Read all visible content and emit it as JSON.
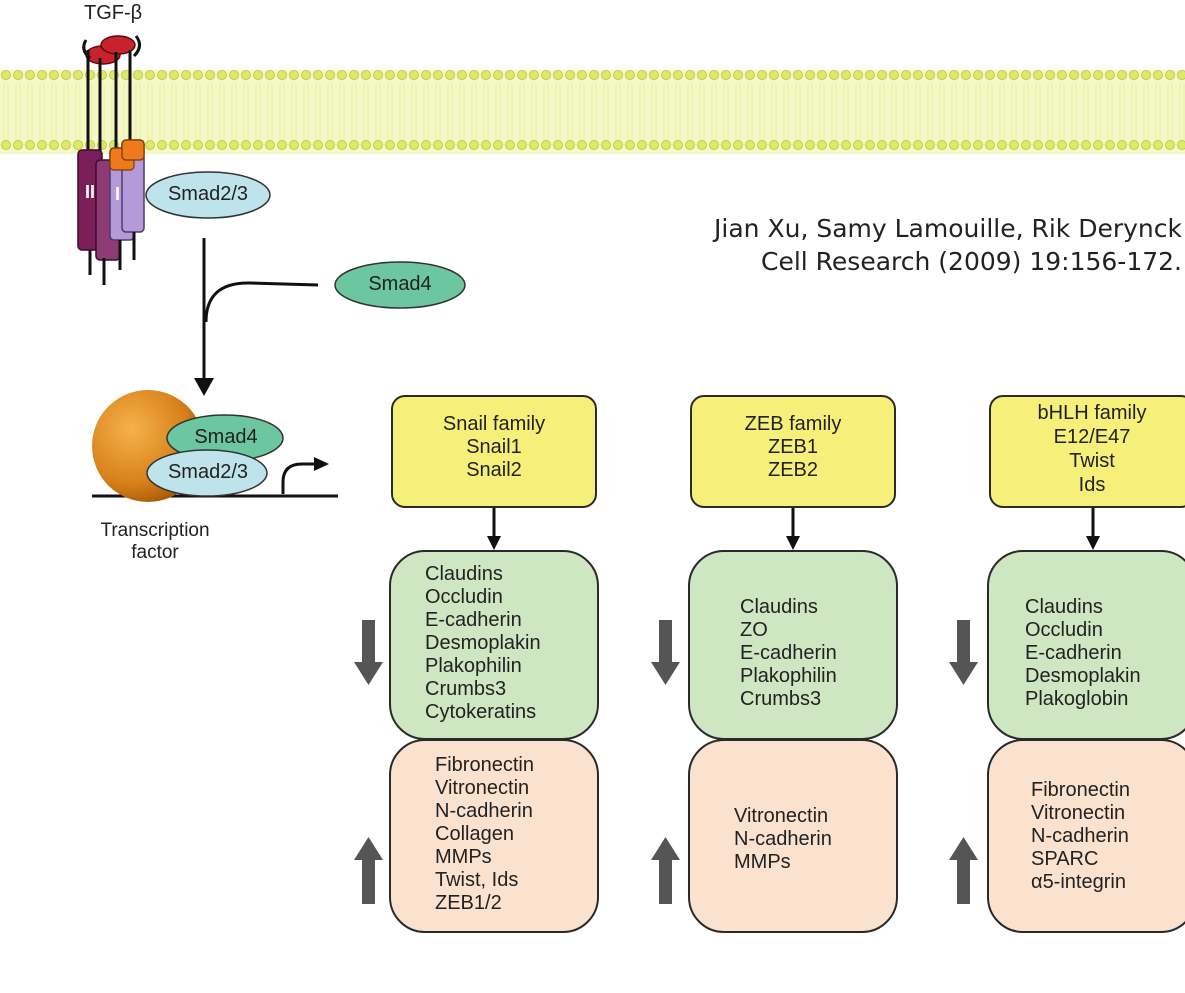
{
  "ligand_label": "TGF-β",
  "receptor_labels": {
    "type_ii": "II",
    "type_i": "I"
  },
  "smad23_label": "Smad2/3",
  "smad4_label": "Smad4",
  "complex": {
    "smad4": "Smad4",
    "smad23": "Smad2/3"
  },
  "tf_label": {
    "line1": "Transcription",
    "line2": "factor"
  },
  "citation": {
    "line1": "Jian Xu, Samy Lamouille, Rik Derynck",
    "line2": "Cell Research (2009) 19:156-172."
  },
  "columns": [
    {
      "family": [
        "Snail family",
        "Snail1",
        "Snail2"
      ],
      "down": [
        "Claudins",
        "Occludin",
        "E-cadherin",
        "Desmoplakin",
        "Plakophilin",
        "Crumbs3",
        "Cytokeratins"
      ],
      "up": [
        "Fibronectin",
        "Vitronectin",
        "N-cadherin",
        "Collagen",
        "MMPs",
        "Twist, Ids",
        "ZEB1/2"
      ]
    },
    {
      "family": [
        "ZEB family",
        "ZEB1",
        "ZEB2"
      ],
      "down": [
        "Claudins",
        "ZO",
        "E-cadherin",
        "Plakophilin",
        "Crumbs3"
      ],
      "up": [
        "Vitronectin",
        "N-cadherin",
        "MMPs"
      ]
    },
    {
      "family": [
        "bHLH family",
        "E12/E47",
        "Twist",
        "Ids"
      ],
      "down": [
        "Claudins",
        "Occludin",
        "E-cadherin",
        "Desmoplakin",
        "Plakoglobin"
      ],
      "up": [
        "Fibronectin",
        "Vitronectin",
        "N-cadherin",
        "SPARC",
        "α5-integrin"
      ]
    }
  ],
  "colors": {
    "membrane": "#e6ee8a",
    "family_box": "#f6f07a",
    "down_box": "#cfe6c2",
    "up_box": "#fbe2cf",
    "smad23": "#bfe3ea",
    "smad4": "#6cc6a0"
  }
}
